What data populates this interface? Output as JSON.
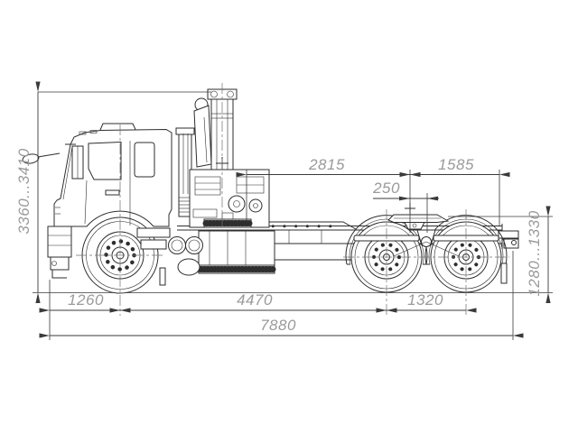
{
  "drawing": {
    "type": "technical-dimension-drawing",
    "subject": "truck-tractor-with-crane-manipulator-side-view"
  },
  "colors": {
    "background": "#ffffff",
    "drawing_line": "#2e2e2e",
    "dimension_line": "#3a3a3a",
    "dimension_text": "#9a9a9a",
    "centerline": "#707070"
  },
  "dimensions": {
    "overall_height": "3360...3410",
    "crane_axis_to_fifth_wheel": "2815",
    "fifth_wheel_to_frame_end": "1585",
    "fifth_wheel_to_bogie_center": "250",
    "front_overhang": "1260",
    "wheelbase": "4470",
    "rear_bogie_spacing": "1320",
    "overall_length": "7880",
    "fifth_wheel_height": "1280...1330"
  }
}
